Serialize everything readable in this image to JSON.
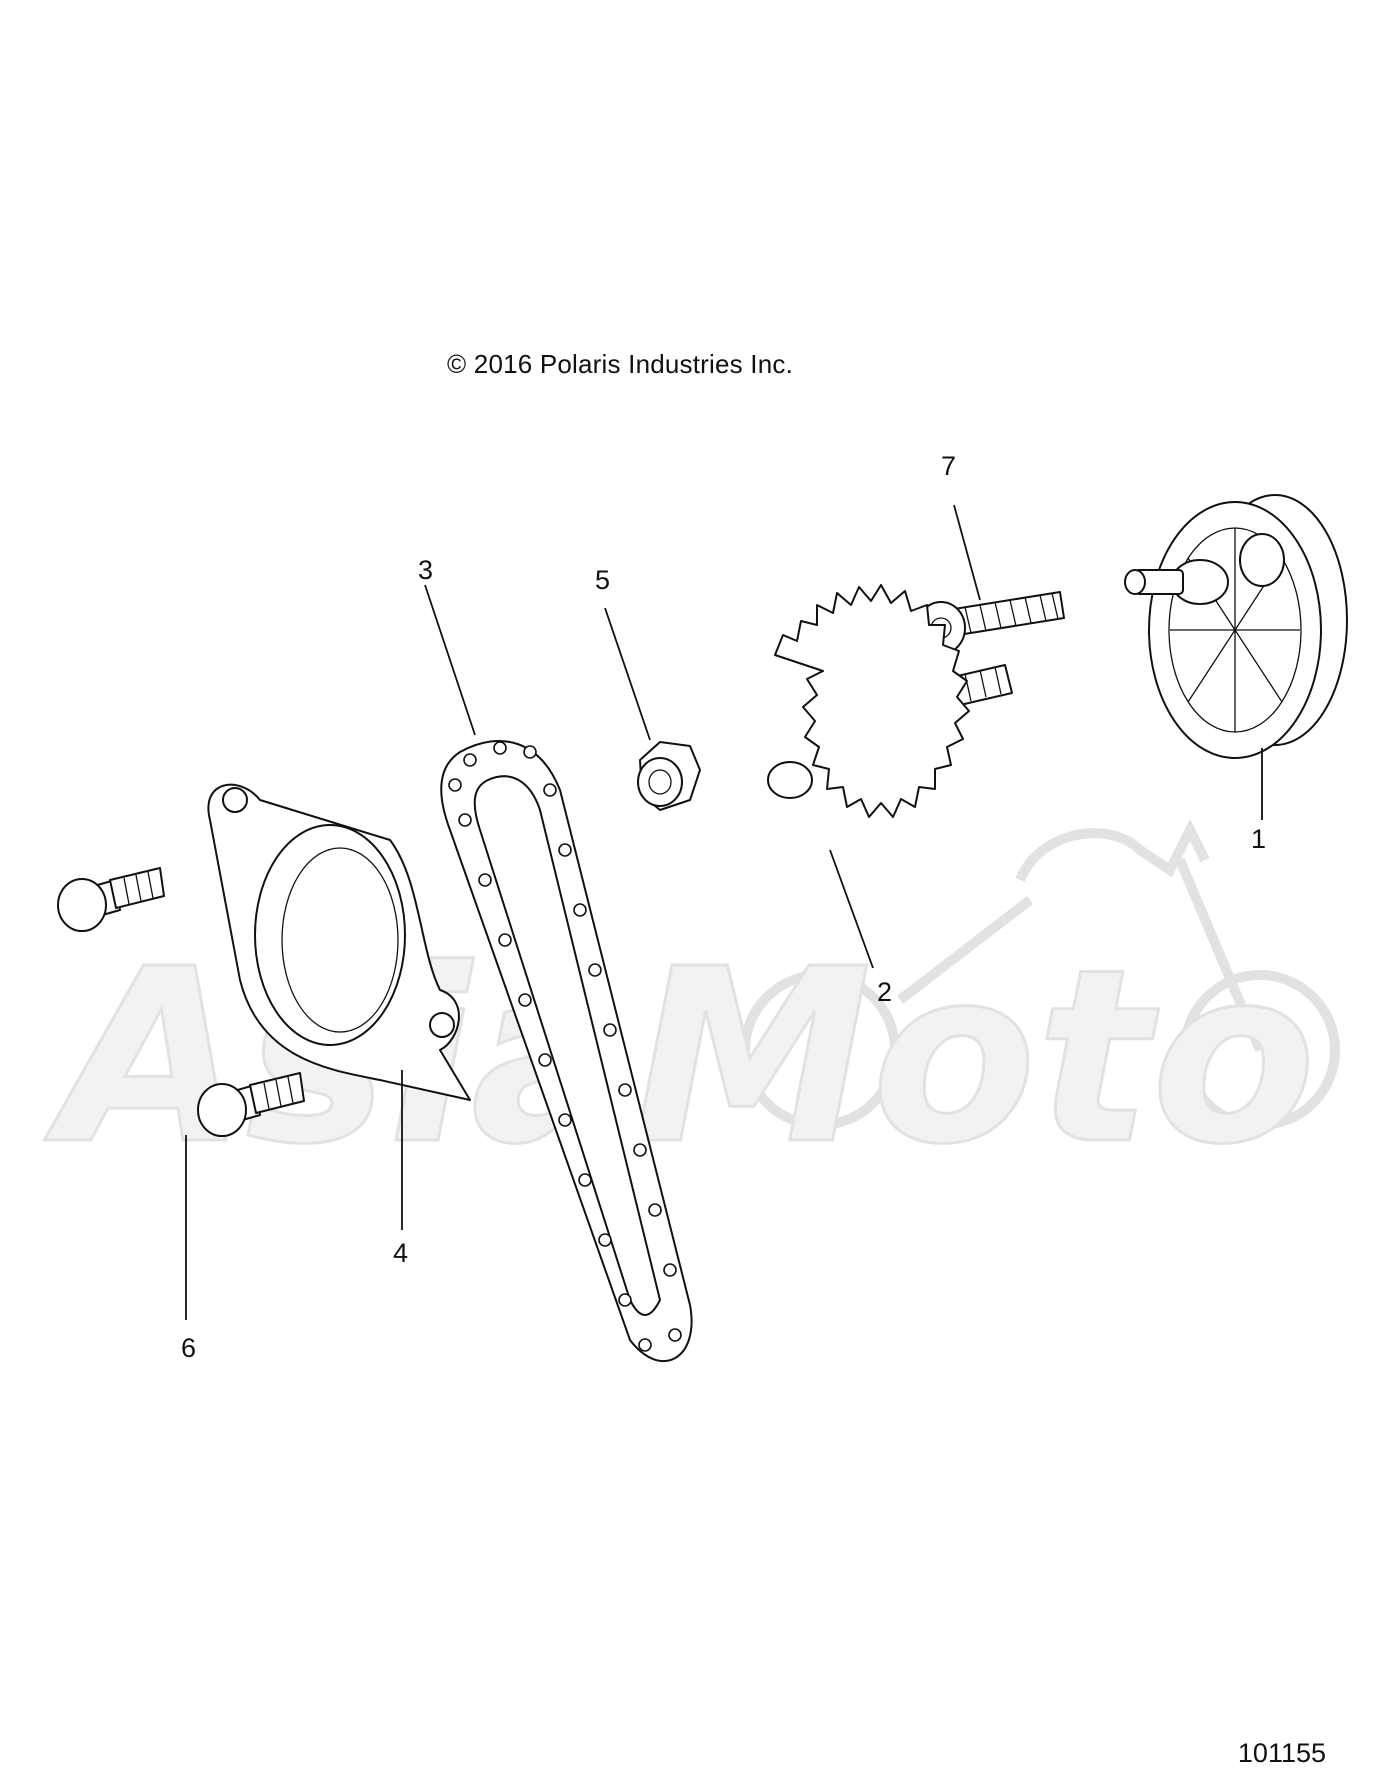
{
  "header": {
    "copyright": "© 2016 Polaris Industries Inc."
  },
  "footer": {
    "drawing_number": "101155"
  },
  "watermark": {
    "text": "AsiaMoto",
    "color": "#e6e6e6"
  },
  "callouts": [
    "1",
    "2",
    "3",
    "4",
    "5",
    "6",
    "7"
  ],
  "colors": {
    "line": "#111111",
    "background": "#ffffff"
  }
}
